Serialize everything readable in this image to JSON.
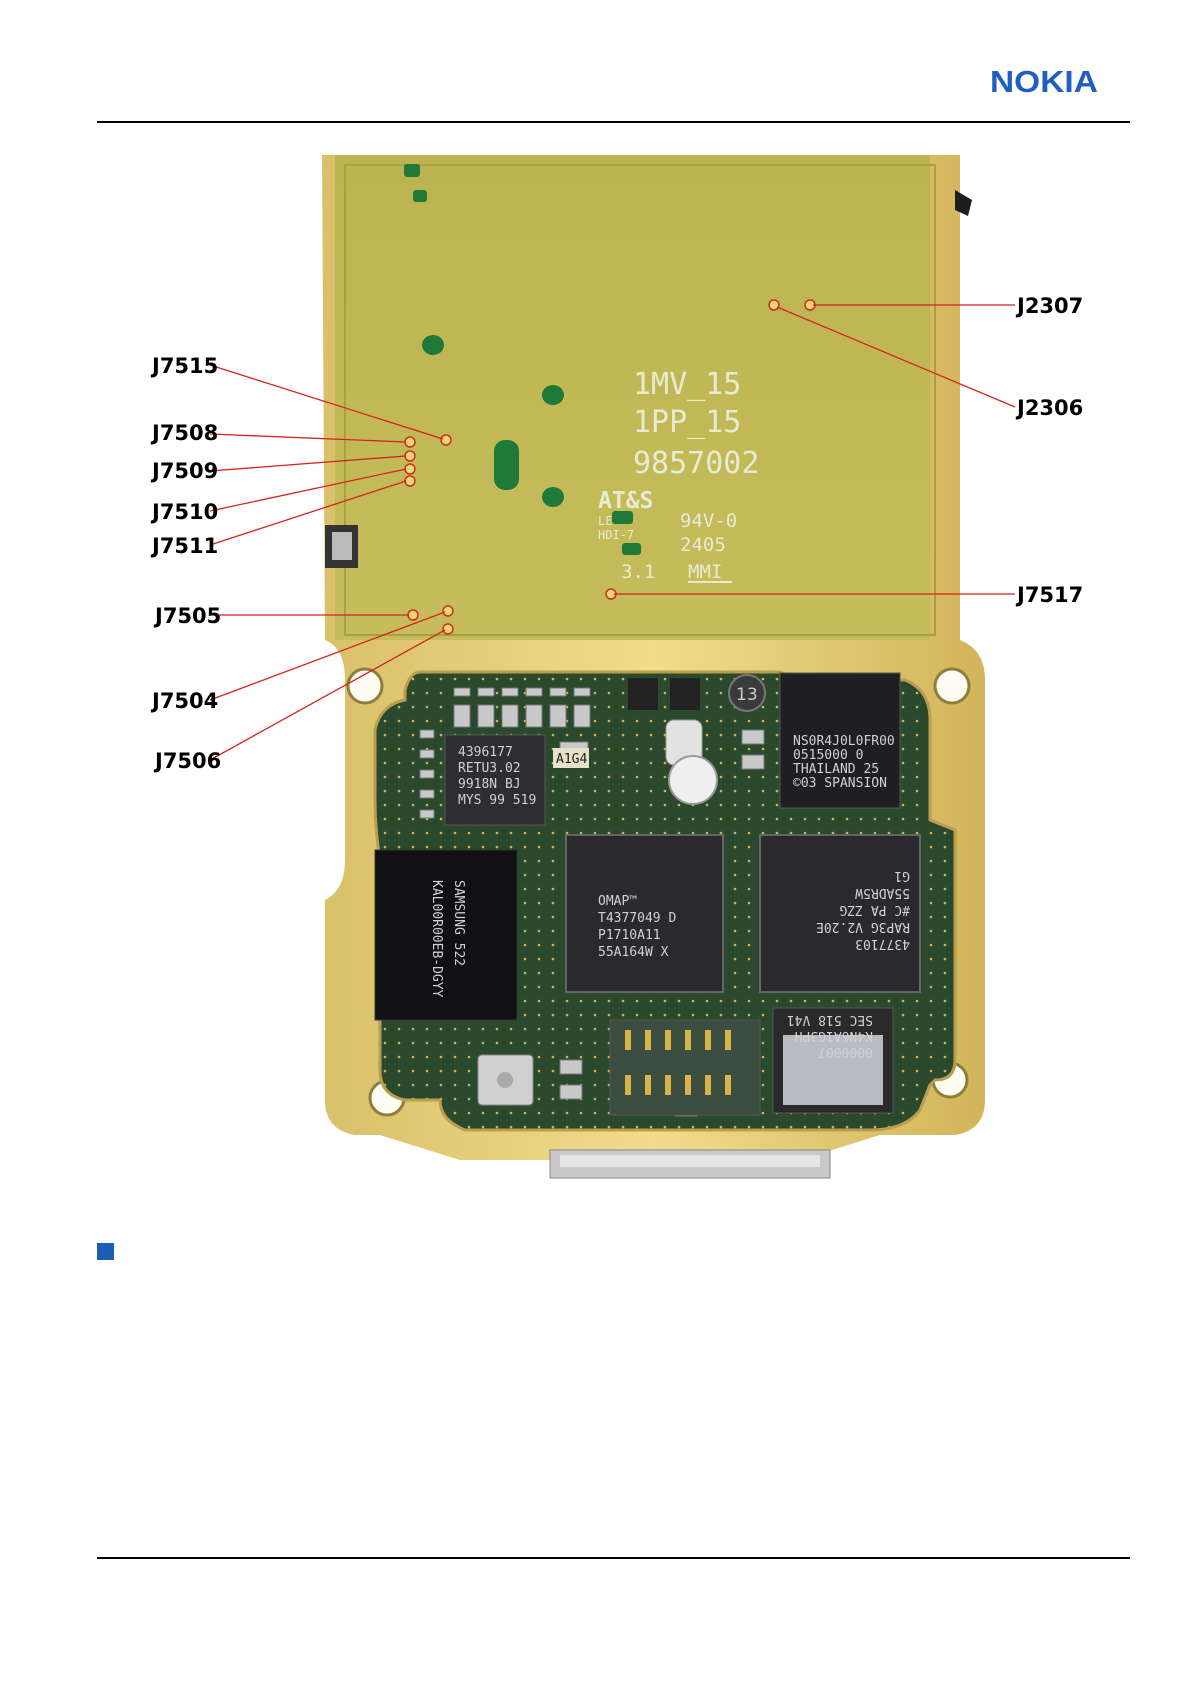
{
  "header": {
    "brand": "NOKIA"
  },
  "board": {
    "silkscreen": [
      "1MV_15",
      "1PP_15",
      "9857002",
      "AT&S",
      "LE",
      "HDI-7",
      "94V-0",
      "2405",
      "3.1",
      "MMI"
    ],
    "chips": {
      "retu": [
        "4396177",
        "RETU3.02",
        "9918N BJ",
        "MYS 99 519"
      ],
      "flash": [
        "SAMSUNG 522",
        "KAL00R00EB-DGYY"
      ],
      "omap": [
        "OMAP™",
        "T4377049 D",
        "P1710A11",
        "55A164W X"
      ],
      "rap": [
        "4377103",
        "RAP3G V2.20E",
        "#C PA ZZG",
        "55ADR5W",
        "G1"
      ],
      "spansion": [
        "NS0R4J0L0FR00",
        "0515000 0",
        "THAILAND 25",
        "©03 SPANSION"
      ],
      "small": [
        "0000007",
        "K4N6A1G3PH",
        "SEC 518 V41"
      ],
      "misc": [
        "A1G4",
        "13"
      ]
    }
  },
  "callouts": [
    {
      "id": "J2307"
    },
    {
      "id": "J2306"
    },
    {
      "id": "J7515"
    },
    {
      "id": "J7508"
    },
    {
      "id": "J7509"
    },
    {
      "id": "J7510"
    },
    {
      "id": "J7511"
    },
    {
      "id": "J7517"
    },
    {
      "id": "J7505"
    },
    {
      "id": "J7504"
    },
    {
      "id": "J7506"
    }
  ]
}
